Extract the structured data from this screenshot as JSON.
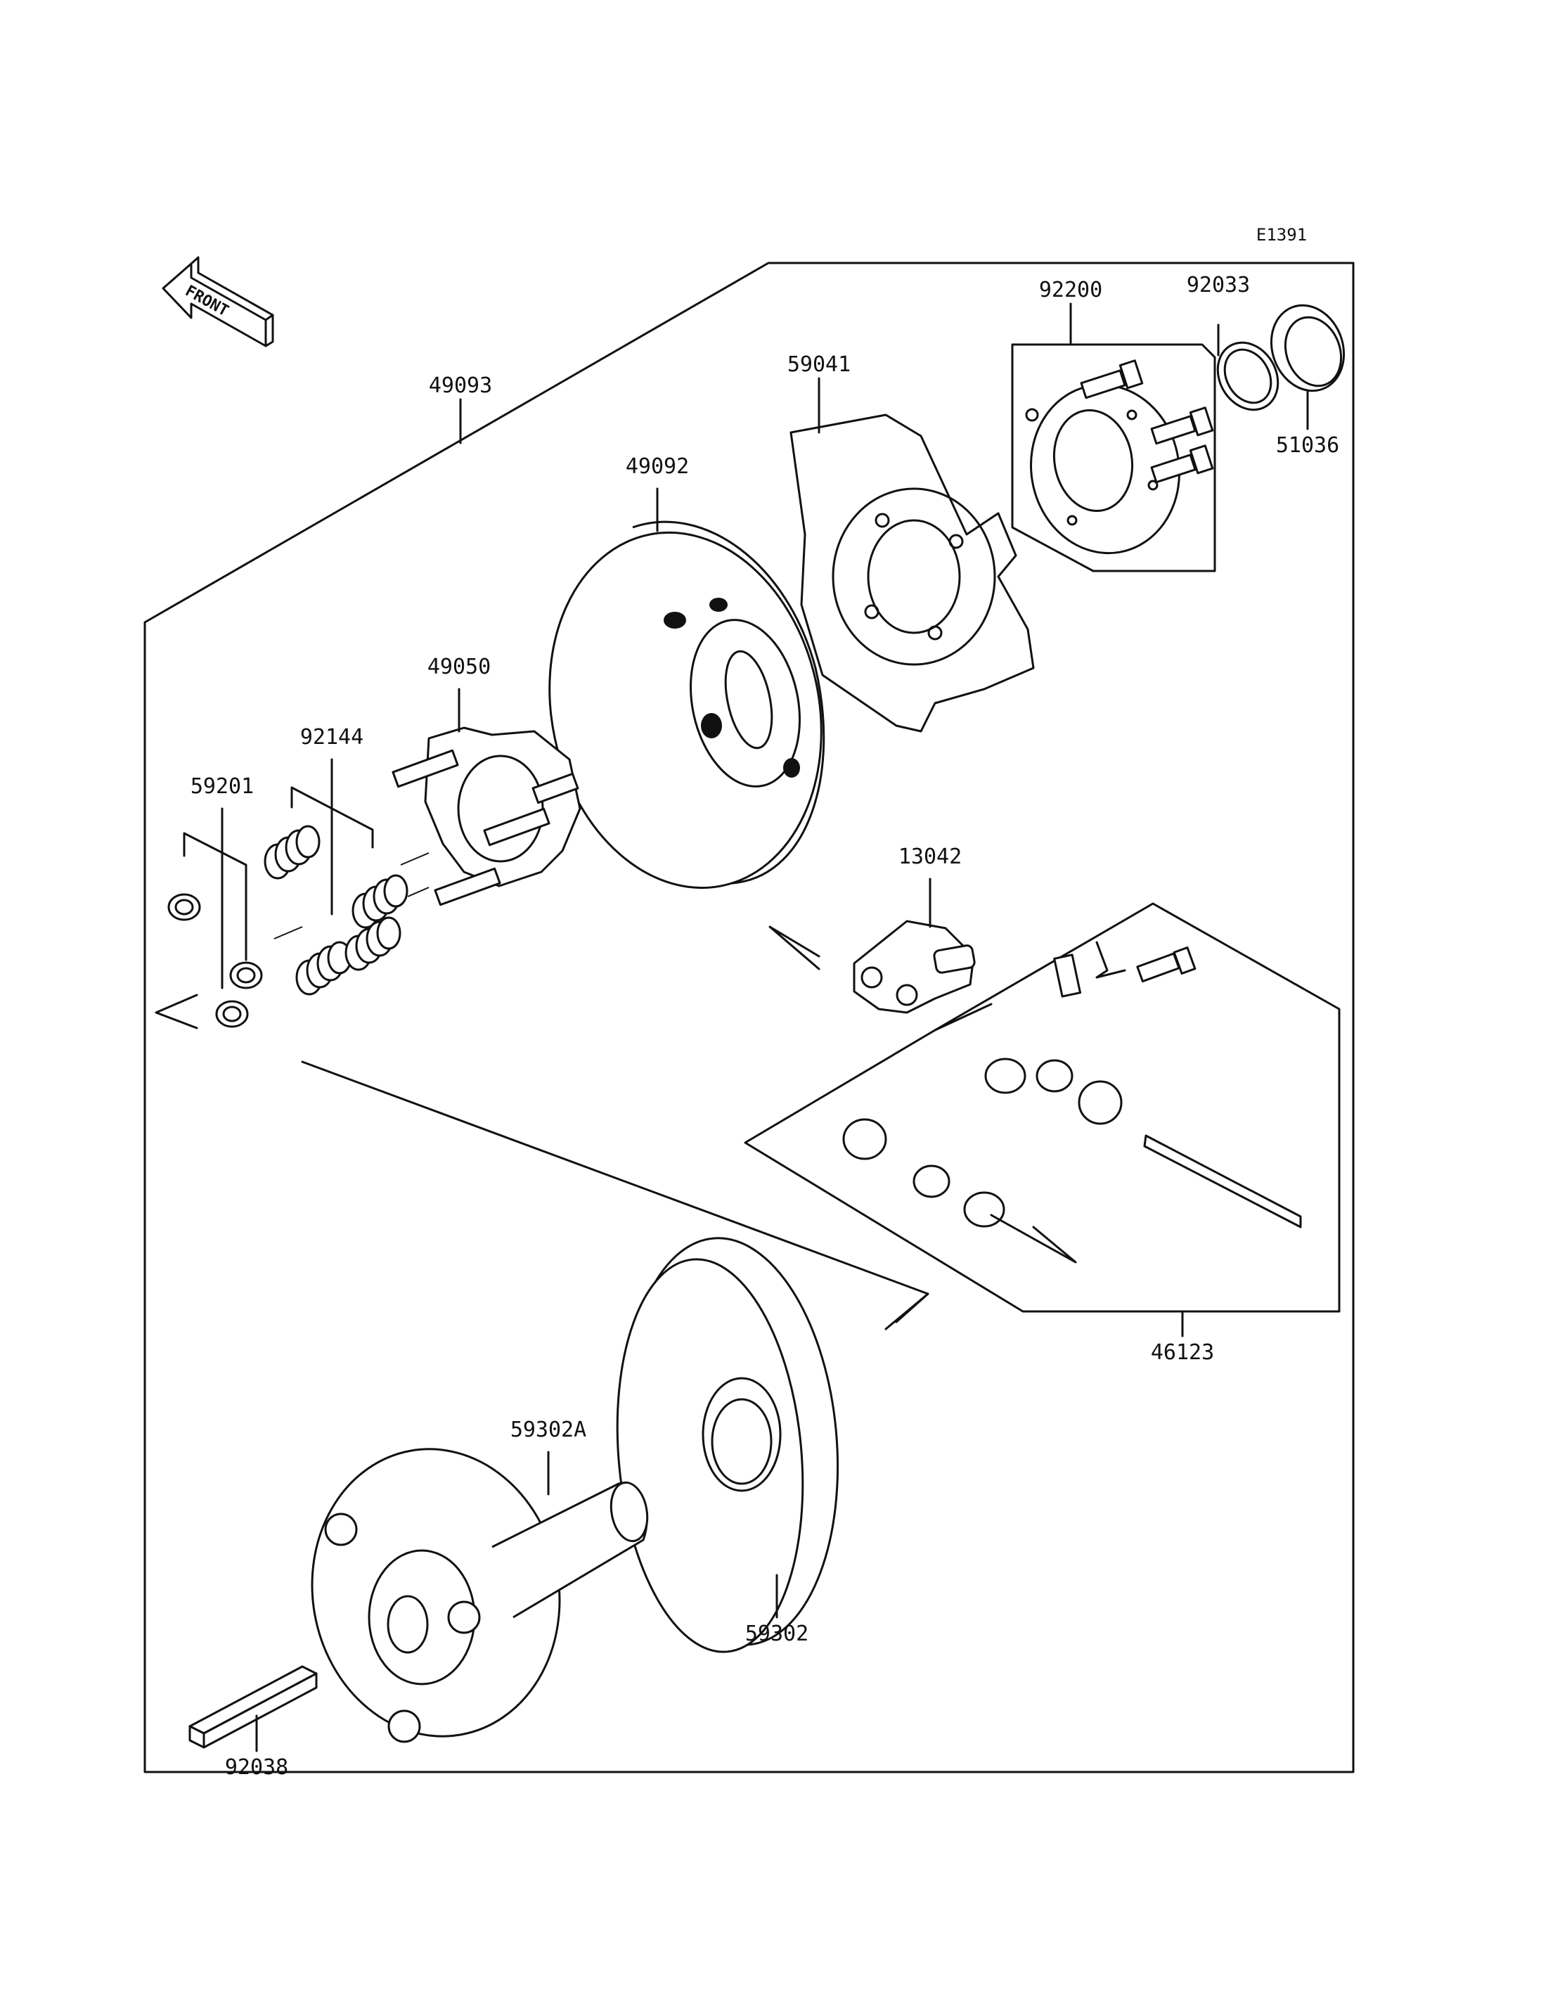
{
  "diagram_code": "E1391",
  "direction_label": "FRONT",
  "parts": [
    {
      "id": "p-49093",
      "number": "49093"
    },
    {
      "id": "p-92200",
      "number": "92200"
    },
    {
      "id": "p-92033",
      "number": "92033"
    },
    {
      "id": "p-51036",
      "number": "51036"
    },
    {
      "id": "p-59041",
      "number": "59041"
    },
    {
      "id": "p-49092",
      "number": "49092"
    },
    {
      "id": "p-49050",
      "number": "49050"
    },
    {
      "id": "p-92144",
      "number": "92144"
    },
    {
      "id": "p-59201",
      "number": "59201"
    },
    {
      "id": "p-13042",
      "number": "13042"
    },
    {
      "id": "p-46123",
      "number": "46123"
    },
    {
      "id": "p-59302A",
      "number": "59302A"
    },
    {
      "id": "p-59302",
      "number": "59302"
    },
    {
      "id": "p-92038",
      "number": "92038"
    }
  ],
  "icons": {
    "front_arrow": "front-arrow-icon"
  }
}
